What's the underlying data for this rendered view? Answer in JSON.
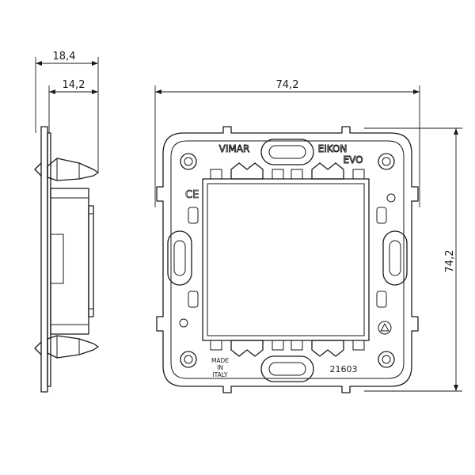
{
  "dimensions": {
    "side_overall_depth": "18,4",
    "side_inner_depth": "14,2",
    "front_width": "74,2",
    "front_height": "74,2"
  },
  "markings": {
    "brand_left": "VIMAR",
    "brand_right_line1": "EIKON",
    "brand_right_line2": "EVO",
    "ce_mark": "CE",
    "origin_line1": "MADE",
    "origin_line2": "IN",
    "origin_line3": "ITALY",
    "product_code": "21603"
  }
}
